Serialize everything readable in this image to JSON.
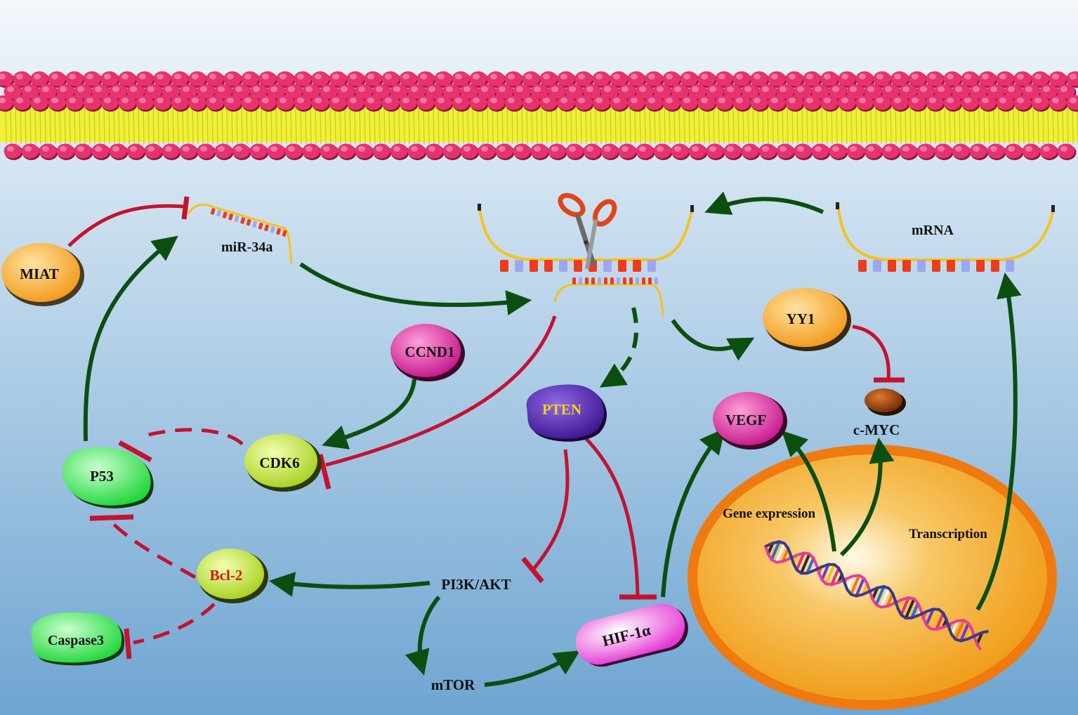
{
  "nodes": {
    "miat": "MIAT",
    "mir34a": "miR-34a",
    "ccnd1": "CCND1",
    "cdk6": "CDK6",
    "p53": "P53",
    "bcl2": "Bcl-2",
    "caspase3": "Caspase3",
    "pten": "PTEN",
    "pi3k_akt": "PI3K/AKT",
    "mtor": "mTOR",
    "hif1a": "HIF-1α",
    "vegf": "VEGF",
    "yy1": "YY1",
    "cmyc": "c-MYC",
    "mrna": "mRNA",
    "gene_expression": "Gene expression",
    "transcription": "Transcription"
  },
  "colors": {
    "activation_arrow": "#0b4f10",
    "inhibition_line": "#c4122f",
    "membrane_head": "#e8326d",
    "membrane_tail": "#f0f03a",
    "background_top": "#f2f7fb",
    "background_bottom": "#6fa6d2",
    "nucleus_fill": "#f2a021",
    "nucleus_border": "#ef7a10",
    "miat": "#f5a321",
    "yy1": "#f5a321",
    "ccnd1": "#d41d9a",
    "vegf": "#d41d9a",
    "hif1a": "#e23bd0",
    "cdk6": "#b4dc2a",
    "bcl2": "#b4dc2a",
    "p53": "#2fe045",
    "caspase3": "#2fe045",
    "pten": "#5a1fb8",
    "cmyc": "#8a3a0a"
  },
  "icons": [
    "scissors-icon",
    "dna-helix-icon",
    "rna-strand-icon",
    "lipid-bilayer-icon"
  ]
}
